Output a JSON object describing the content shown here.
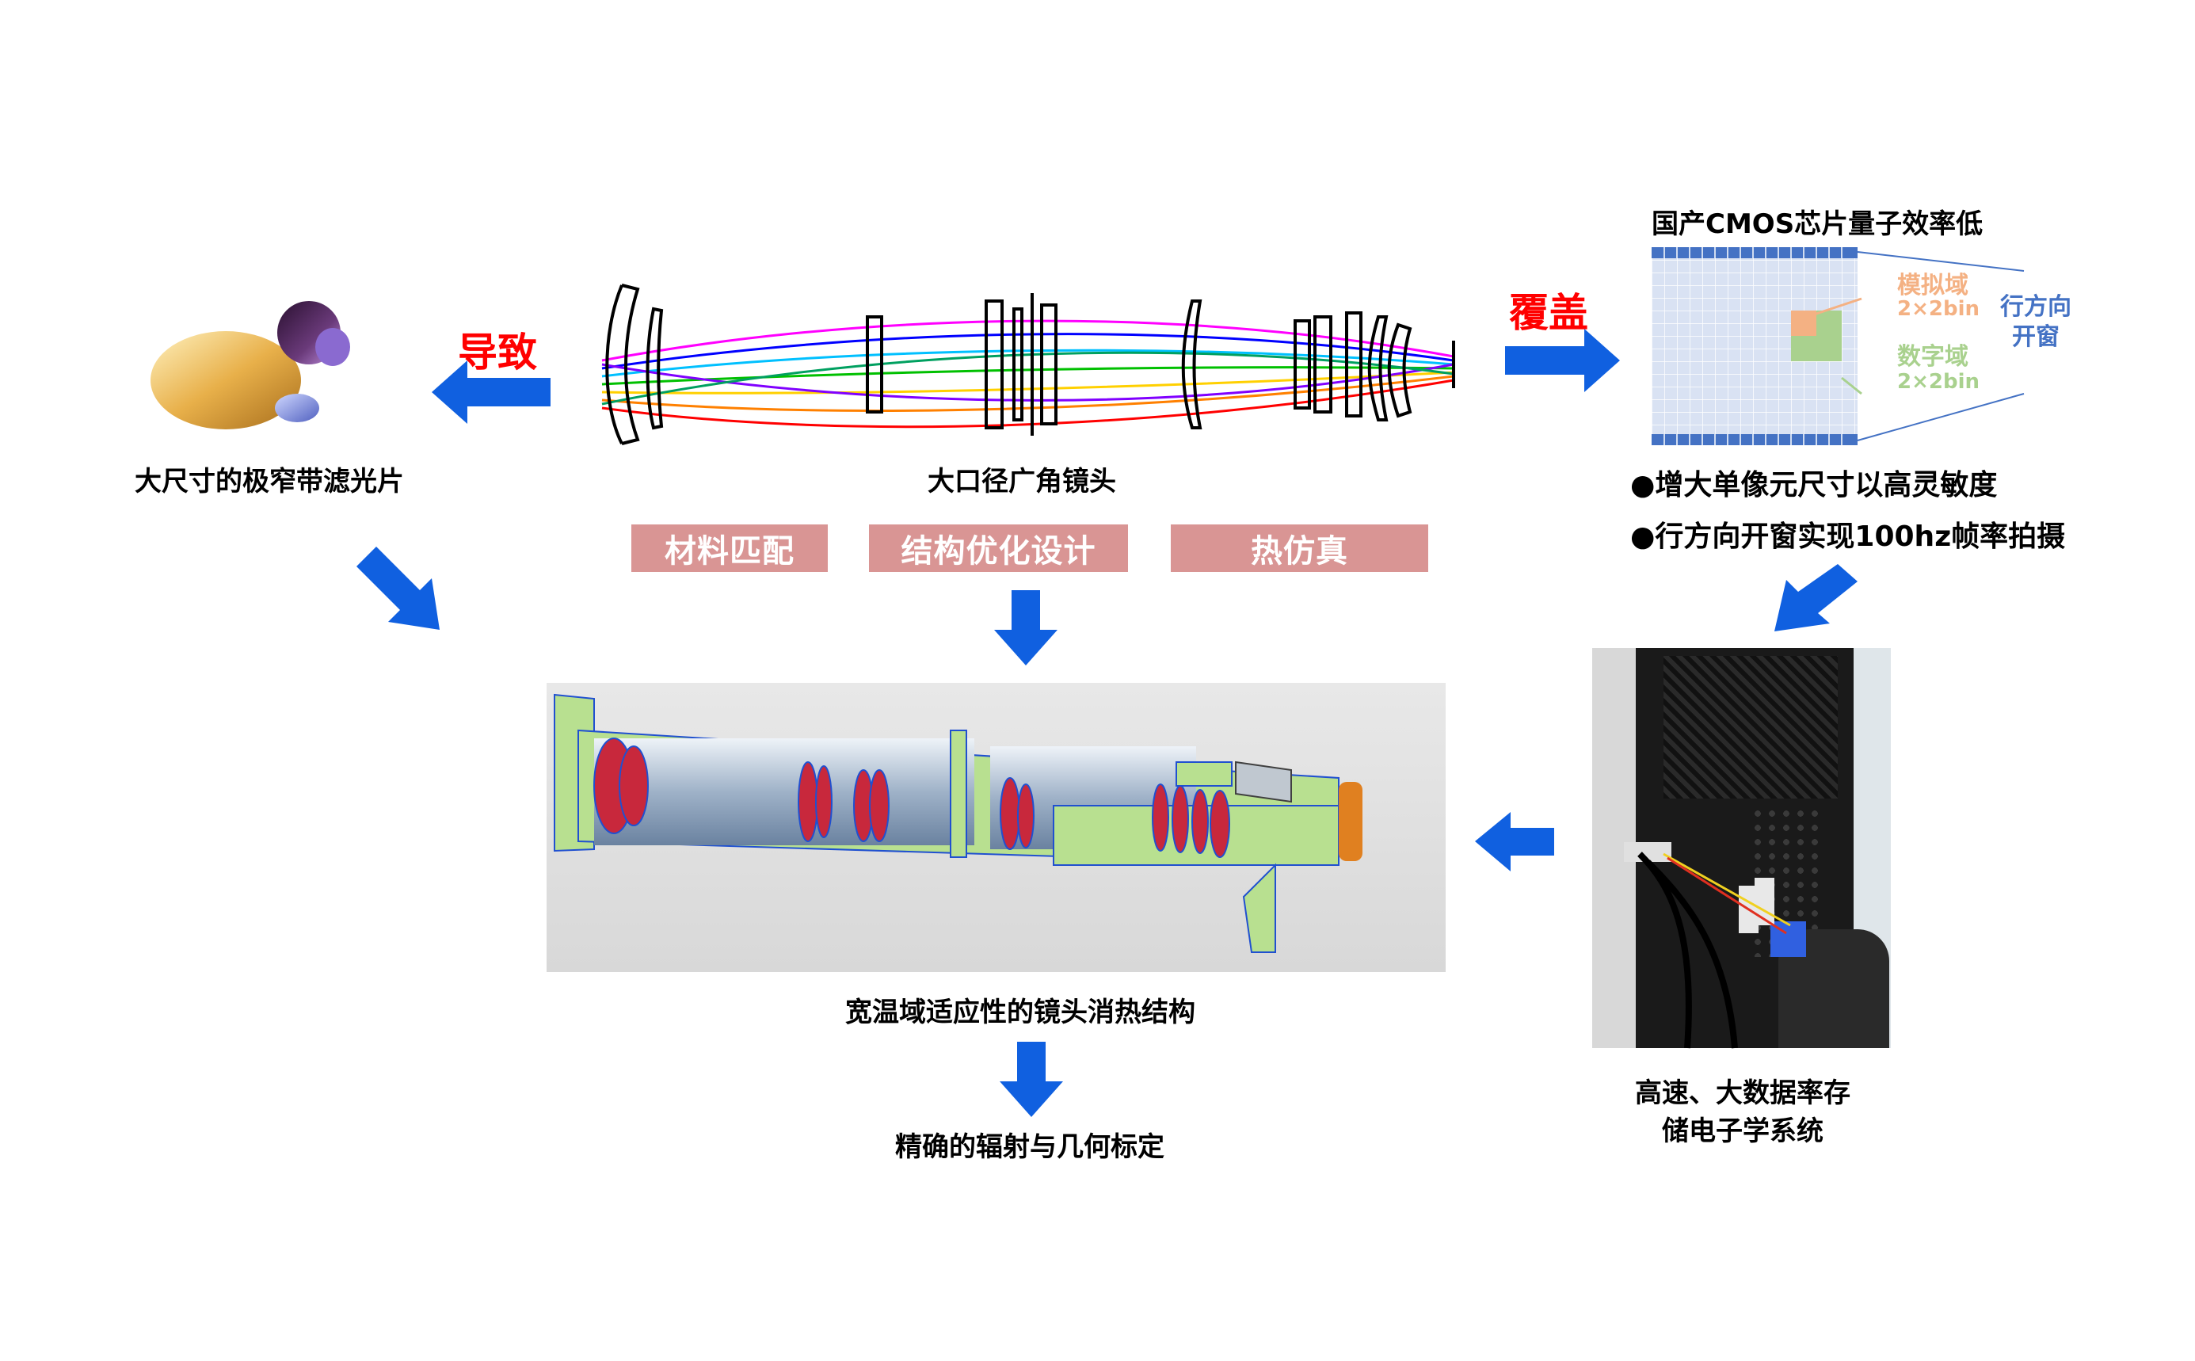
{
  "labels": {
    "filter": "大尺寸的极窄带滤光片",
    "lens": "大口径广角镜头",
    "thermal_structure": "宽温域适应性的镜头消热结构",
    "calibration": "精确的辐射与几何标定",
    "electronics_line1": "高速、大数据率存",
    "electronics_line2": "储电子学系统",
    "cmos_title": "国产CMOS芯片量子效率低"
  },
  "arrow_words": {
    "cause": "导致",
    "cover": "覆盖"
  },
  "tags": [
    "材料匹配",
    "结构优化设计",
    "热仿真"
  ],
  "cmos_panel": {
    "analog_domain": "模拟域",
    "analog_bin": "2×2bin",
    "digital_domain": "数字域",
    "digital_bin": "2×2bin",
    "row_window_line1": "行方向",
    "row_window_line2": "开窗"
  },
  "bullets": [
    "●增大单像元尺寸以高灵敏度",
    "●行方向开窗实现100hz帧率拍摄"
  ],
  "colors": {
    "arrow_blue": "#1060e0",
    "accent_red": "#ff0000",
    "tag_fill": "#d99594",
    "analog_orange": "#f4b183",
    "digital_green": "#a9d18e",
    "window_blue": "#4472c4"
  }
}
